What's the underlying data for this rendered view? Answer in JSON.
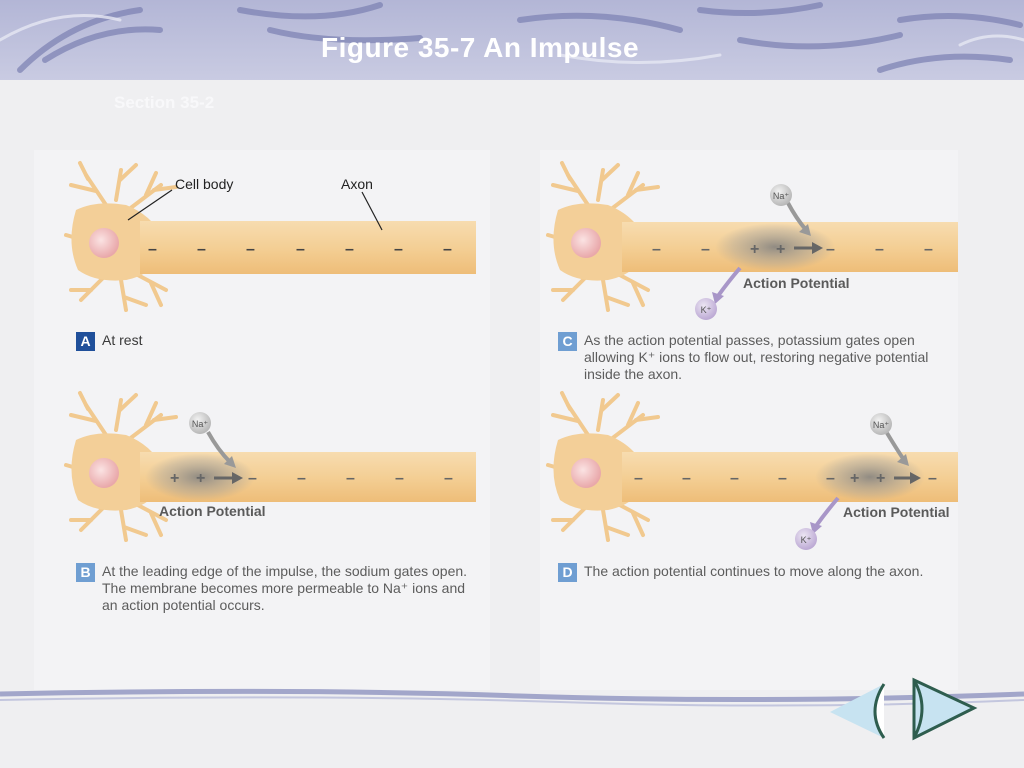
{
  "slide": {
    "title": "Figure 35-7 An Impulse",
    "section": "Section 35-2"
  },
  "colors": {
    "axon": "#f3cf98",
    "axon_edge": "#e2b070",
    "nucleus": "#f1b8b8",
    "label_text": "#5a5a5a",
    "letter_box": "#6f9ed2",
    "letter_box_a": "#1f4f9a",
    "nav_fill": "#c7e3f1",
    "nav_stroke": "#2e5d4e"
  },
  "panels": {
    "a": {
      "letter": "A",
      "caption": "At rest",
      "cell_body_label": "Cell body",
      "axon_label": "Axon",
      "charges": [
        "–",
        "–",
        "–",
        "–",
        "–",
        "–",
        "–"
      ]
    },
    "b": {
      "letter": "B",
      "caption": "At the leading edge of the impulse, the sodium gates open.  The membrane becomes more permeable to Na⁺ ions and an action potential occurs.",
      "ion": "Na⁺",
      "ap_label": "Action Potential",
      "charges_plus": [
        "+",
        "+"
      ],
      "charges_minus": [
        "–",
        "–",
        "–",
        "–",
        "–"
      ]
    },
    "c": {
      "letter": "C",
      "caption": "As the action potential passes, potassium gates open allowing K⁺ ions to flow out, restoring negative potential inside the axon.",
      "ion_in": "Na⁺",
      "ion_out": "K⁺",
      "ap_label": "Action Potential",
      "charges_left": [
        "–",
        "–"
      ],
      "charges_plus": [
        "+",
        "+"
      ],
      "charges_minus": [
        "–",
        "–",
        "–"
      ]
    },
    "d": {
      "letter": "D",
      "caption": "The action potential continues to move along the axon.",
      "ion_in": "Na⁺",
      "ion_out": "K⁺",
      "ap_label": "Action Potential",
      "charges_left": [
        "–",
        "–",
        "–",
        "–",
        "–"
      ],
      "charges_plus": [
        "+",
        "+"
      ],
      "charges_minus": [
        "–"
      ]
    }
  },
  "nav": {
    "prev_icon": "left-arrow-icon",
    "next_icon": "right-arrow-icon"
  }
}
